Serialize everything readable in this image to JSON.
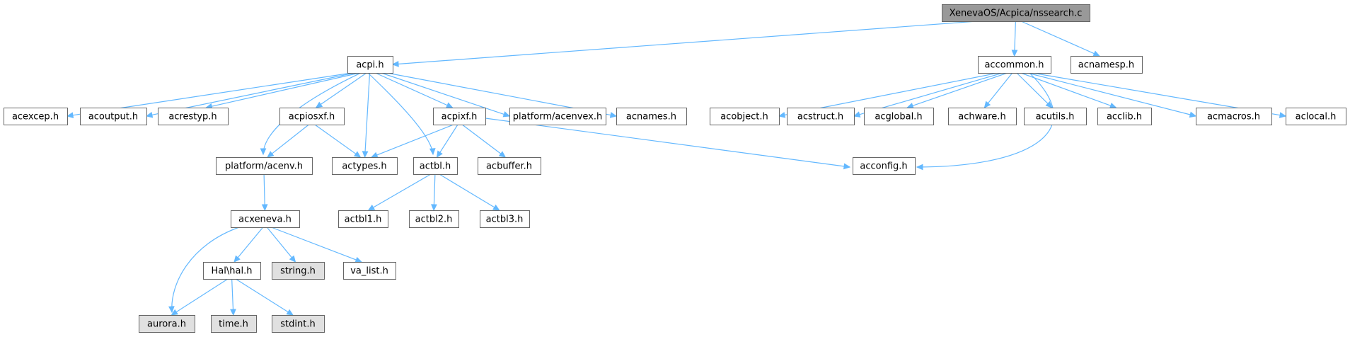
{
  "graph": {
    "colors": {
      "root_fill": "#999999",
      "node_fill": "#ffffff",
      "missing_fill": "#e0e0e0",
      "border": "#666666",
      "edge": "#63b8ff"
    },
    "nodes": [
      {
        "id": "nssearch",
        "label": "XenevaOS/Acpica/nssearch.c",
        "kind": "root"
      },
      {
        "id": "acpi",
        "label": "acpi.h",
        "kind": "normal"
      },
      {
        "id": "accommon",
        "label": "accommon.h",
        "kind": "normal"
      },
      {
        "id": "acnamesp",
        "label": "acnamesp.h",
        "kind": "normal"
      },
      {
        "id": "acexcep",
        "label": "acexcep.h",
        "kind": "normal"
      },
      {
        "id": "acoutput",
        "label": "acoutput.h",
        "kind": "normal"
      },
      {
        "id": "acrestyp",
        "label": "acrestyp.h",
        "kind": "normal"
      },
      {
        "id": "acpiosxf",
        "label": "acpiosxf.h",
        "kind": "normal"
      },
      {
        "id": "acpixf",
        "label": "acpixf.h",
        "kind": "normal"
      },
      {
        "id": "acenvex",
        "label": "platform/acenvex.h",
        "kind": "normal"
      },
      {
        "id": "acnames",
        "label": "acnames.h",
        "kind": "normal"
      },
      {
        "id": "acobject",
        "label": "acobject.h",
        "kind": "normal"
      },
      {
        "id": "acstruct",
        "label": "acstruct.h",
        "kind": "normal"
      },
      {
        "id": "acglobal",
        "label": "acglobal.h",
        "kind": "normal"
      },
      {
        "id": "achware",
        "label": "achware.h",
        "kind": "normal"
      },
      {
        "id": "acutils",
        "label": "acutils.h",
        "kind": "normal"
      },
      {
        "id": "acclib",
        "label": "acclib.h",
        "kind": "normal"
      },
      {
        "id": "acmacros",
        "label": "acmacros.h",
        "kind": "normal"
      },
      {
        "id": "aclocal",
        "label": "aclocal.h",
        "kind": "normal"
      },
      {
        "id": "acenv",
        "label": "platform/acenv.h",
        "kind": "normal"
      },
      {
        "id": "actypes",
        "label": "actypes.h",
        "kind": "normal"
      },
      {
        "id": "actbl",
        "label": "actbl.h",
        "kind": "normal"
      },
      {
        "id": "acbuffer",
        "label": "acbuffer.h",
        "kind": "normal"
      },
      {
        "id": "acconfig",
        "label": "acconfig.h",
        "kind": "normal"
      },
      {
        "id": "acxeneva",
        "label": "acxeneva.h",
        "kind": "normal"
      },
      {
        "id": "actbl1",
        "label": "actbl1.h",
        "kind": "normal"
      },
      {
        "id": "actbl2",
        "label": "actbl2.h",
        "kind": "normal"
      },
      {
        "id": "actbl3",
        "label": "actbl3.h",
        "kind": "normal"
      },
      {
        "id": "halh",
        "label": "Hal\\hal.h",
        "kind": "normal"
      },
      {
        "id": "stringh",
        "label": "string.h",
        "kind": "missing"
      },
      {
        "id": "valist",
        "label": "va_list.h",
        "kind": "normal"
      },
      {
        "id": "aurora",
        "label": "aurora.h",
        "kind": "missing"
      },
      {
        "id": "timeh",
        "label": "time.h",
        "kind": "missing"
      },
      {
        "id": "stdint",
        "label": "stdint.h",
        "kind": "missing"
      }
    ],
    "edges": [
      {
        "from": "nssearch",
        "to": "acpi"
      },
      {
        "from": "nssearch",
        "to": "accommon"
      },
      {
        "from": "nssearch",
        "to": "acnamesp"
      },
      {
        "from": "acpi",
        "to": "acexcep"
      },
      {
        "from": "acpi",
        "to": "acoutput"
      },
      {
        "from": "acpi",
        "to": "acrestyp"
      },
      {
        "from": "acpi",
        "to": "acpiosxf"
      },
      {
        "from": "acpi",
        "to": "acpixf"
      },
      {
        "from": "acpi",
        "to": "acenvex"
      },
      {
        "from": "acpi",
        "to": "acnames"
      },
      {
        "from": "acpi",
        "to": "acenv"
      },
      {
        "from": "acpi",
        "to": "actypes"
      },
      {
        "from": "acpi",
        "to": "actbl"
      },
      {
        "from": "accommon",
        "to": "acobject"
      },
      {
        "from": "accommon",
        "to": "acstruct"
      },
      {
        "from": "accommon",
        "to": "acglobal"
      },
      {
        "from": "accommon",
        "to": "achware"
      },
      {
        "from": "accommon",
        "to": "acutils"
      },
      {
        "from": "accommon",
        "to": "acclib"
      },
      {
        "from": "accommon",
        "to": "acmacros"
      },
      {
        "from": "accommon",
        "to": "aclocal"
      },
      {
        "from": "accommon",
        "to": "acconfig"
      },
      {
        "from": "acpiosxf",
        "to": "acenv"
      },
      {
        "from": "acpiosxf",
        "to": "actypes"
      },
      {
        "from": "acpixf",
        "to": "actypes"
      },
      {
        "from": "acpixf",
        "to": "actbl"
      },
      {
        "from": "acpixf",
        "to": "acbuffer"
      },
      {
        "from": "acpixf",
        "to": "acconfig"
      },
      {
        "from": "acenv",
        "to": "acxeneva"
      },
      {
        "from": "actbl",
        "to": "actbl1"
      },
      {
        "from": "actbl",
        "to": "actbl2"
      },
      {
        "from": "actbl",
        "to": "actbl3"
      },
      {
        "from": "acxeneva",
        "to": "halh"
      },
      {
        "from": "acxeneva",
        "to": "stringh"
      },
      {
        "from": "acxeneva",
        "to": "valist"
      },
      {
        "from": "acxeneva",
        "to": "aurora"
      },
      {
        "from": "halh",
        "to": "aurora"
      },
      {
        "from": "halh",
        "to": "timeh"
      },
      {
        "from": "halh",
        "to": "stdint"
      }
    ]
  }
}
